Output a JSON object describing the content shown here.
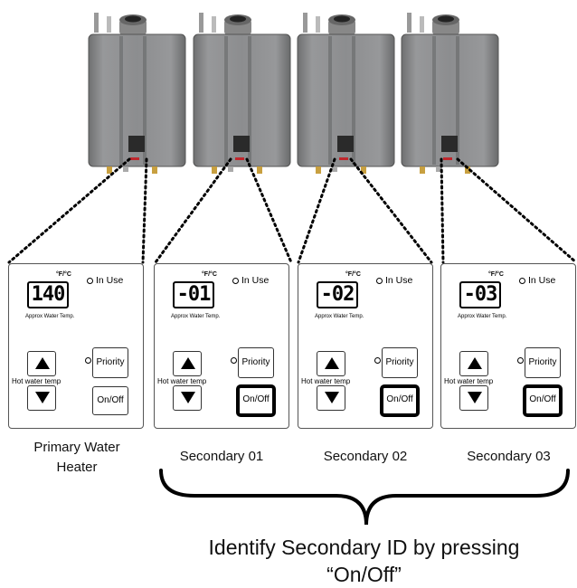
{
  "panels": [
    {
      "id": "primary",
      "display": "140",
      "caption_line1": "Primary Water",
      "caption_line2": "Heater",
      "onoff_highlight": false
    },
    {
      "id": "secondary1",
      "display": "-01",
      "caption": "Secondary 01",
      "onoff_highlight": true
    },
    {
      "id": "secondary2",
      "display": "-02",
      "caption": "Secondary 02",
      "onoff_highlight": true
    },
    {
      "id": "secondary3",
      "display": "-03",
      "caption": "Secondary 03",
      "onoff_highlight": true
    }
  ],
  "labels": {
    "unit": "°F/°C",
    "in_use": "In Use",
    "approx_temp": "Approx Water Temp.",
    "hot_water_temp": "Hot water temp",
    "priority": "Priority",
    "on_off": "On/Off"
  },
  "instruction": {
    "line1": "Identify Secondary ID by pressing",
    "line2": "“On/Off”"
  },
  "colors": {
    "heater_body": "#8a8b8c",
    "heater_dark": "#5e5f60",
    "brand_red": "#c0262c"
  }
}
